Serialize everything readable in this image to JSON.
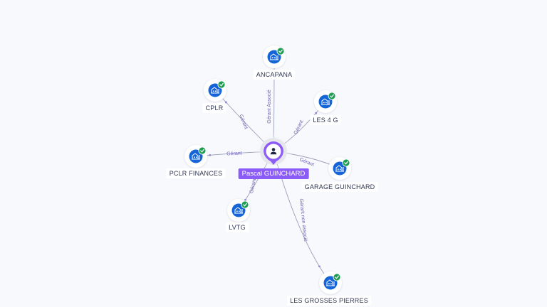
{
  "center": {
    "name": "Pascal GUINCHARD",
    "icon": "person-icon",
    "color": "#8b5cf6"
  },
  "companies": [
    {
      "id": "ancapana",
      "name": "ANCAPANA",
      "icon": "building-icon",
      "verified": true
    },
    {
      "id": "les-4-g",
      "name": "LES 4 G",
      "icon": "building-icon",
      "verified": true
    },
    {
      "id": "garage-guinchard",
      "name": "GARAGE GUINCHARD",
      "icon": "building-icon",
      "verified": true
    },
    {
      "id": "les-grosses-pierres",
      "name": "LES GROSSES PIERRES",
      "icon": "building-icon",
      "verified": true
    },
    {
      "id": "lvtg",
      "name": "LVTG",
      "icon": "building-icon",
      "verified": true
    },
    {
      "id": "pclr-finances",
      "name": "PCLR FINANCES",
      "icon": "building-icon",
      "verified": true
    },
    {
      "id": "cplr",
      "name": "CPLR",
      "icon": "building-icon",
      "verified": true
    }
  ],
  "relations": [
    {
      "to": "ancapana",
      "label": "Gérant Associé"
    },
    {
      "to": "les-4-g",
      "label": "Gérant"
    },
    {
      "to": "garage-guinchard",
      "label": "Gérant"
    },
    {
      "to": "les-grosses-pierres",
      "label": "Gérant non associé"
    },
    {
      "to": "lvtg",
      "label": "Gérant"
    },
    {
      "to": "pclr-finances",
      "label": "Gérant"
    },
    {
      "to": "cplr",
      "label": "Gérant"
    }
  ],
  "colors": {
    "company_node": "#1565d8",
    "verified_badge": "#1f9d55",
    "edge": "#9a9fb8",
    "edge_label": "#6b62b5"
  }
}
